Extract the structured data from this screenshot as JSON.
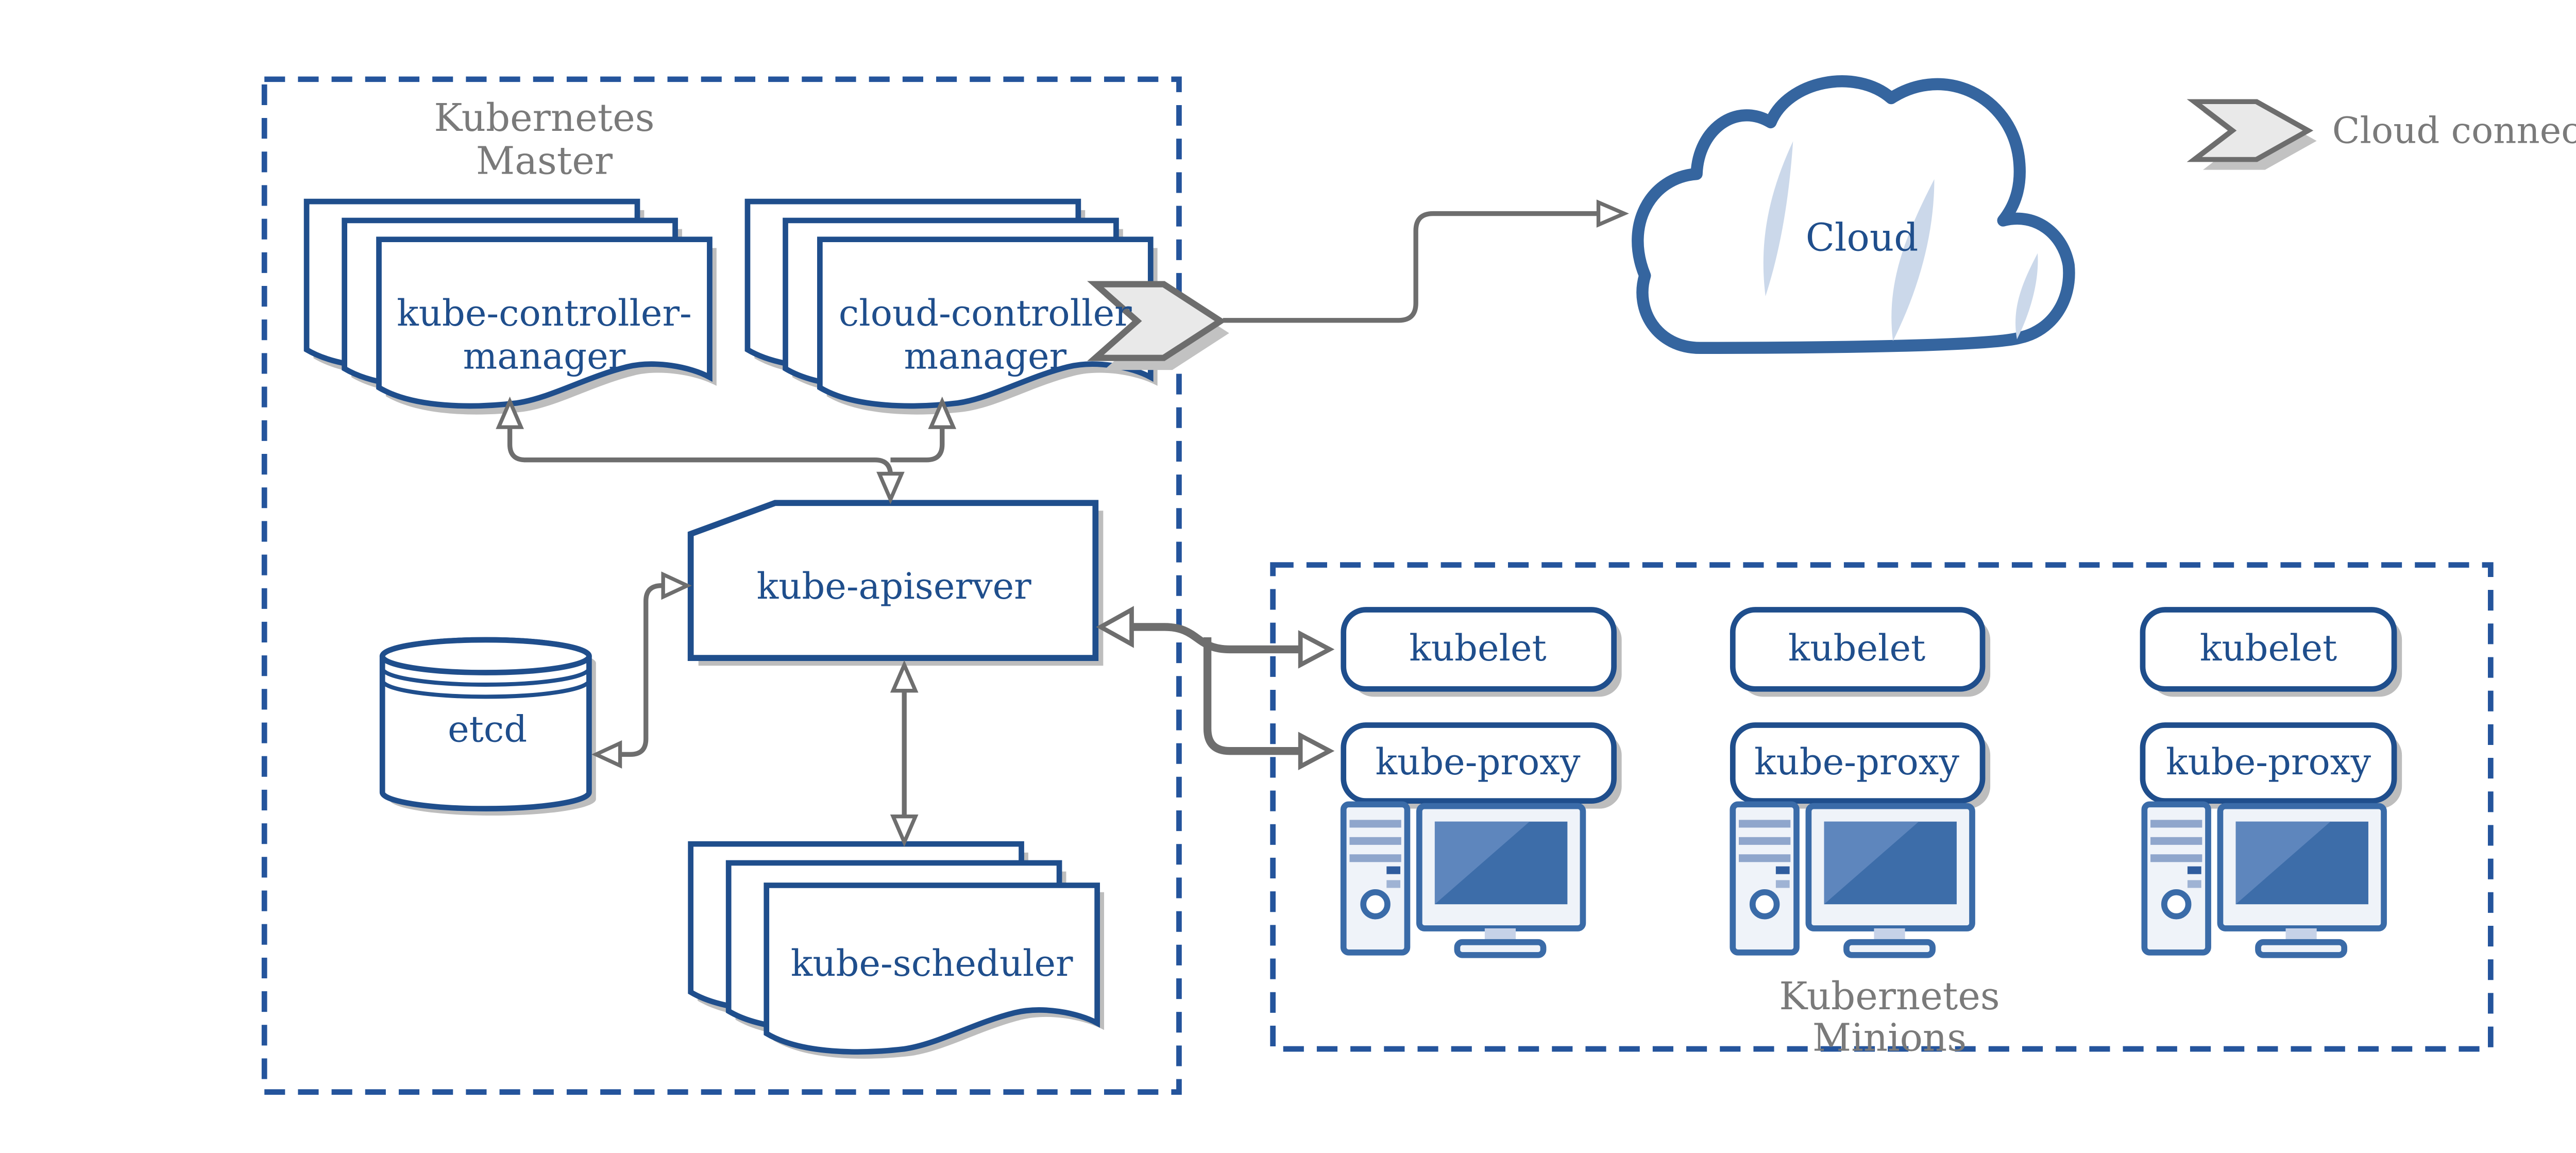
{
  "legend": {
    "cloud_connector_label": "Cloud connector"
  },
  "master": {
    "label_line1": "Kubernetes",
    "label_line2": "Master",
    "kube_controller_manager_line1": "kube-controller-",
    "kube_controller_manager_line2": "manager",
    "cloud_controller_manager_line1": "cloud-controller",
    "cloud_controller_manager_line2": "manager",
    "kube_apiserver": "kube-apiserver",
    "etcd": "etcd",
    "kube_scheduler": "kube-scheduler"
  },
  "cloud": {
    "label": "Cloud"
  },
  "minions": {
    "label_line1": "Kubernetes",
    "label_line2": "Minions",
    "nodes": [
      {
        "kubelet": "kubelet",
        "kube_proxy": "kube-proxy"
      },
      {
        "kubelet": "kubelet",
        "kube_proxy": "kube-proxy"
      },
      {
        "kubelet": "kubelet",
        "kube_proxy": "kube-proxy"
      }
    ]
  },
  "colors": {
    "primary_blue": "#1F4E8C",
    "dashed_border_blue": "#24549C",
    "cloud_border_blue": "#35659F",
    "icon_blue": "#3A6BA8",
    "screen_blue": "#3D6DA9",
    "cloud_highlight": "#CBD8EA",
    "light_fill": "#EFF3F9",
    "label_gray": "#7A7A7A",
    "connector_gray": "#6E6E6E",
    "shadow_gray": "#BDBDBD"
  }
}
